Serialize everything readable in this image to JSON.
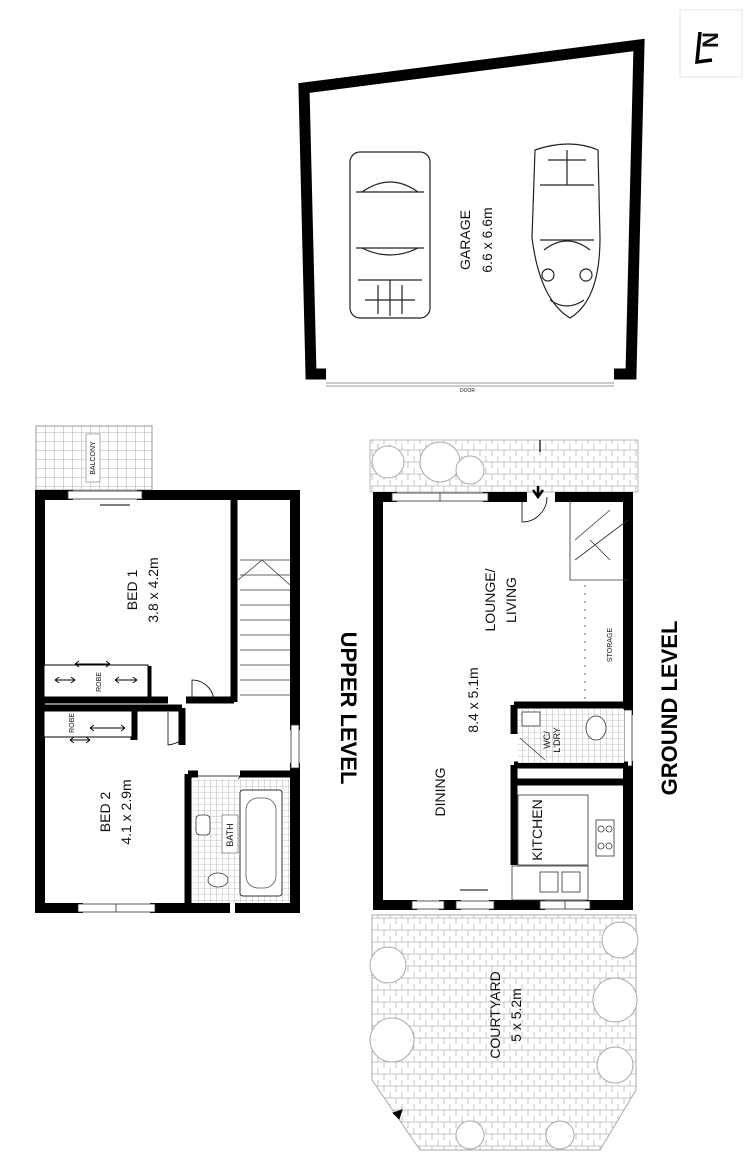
{
  "compass": {
    "icon": "north-arrow-icon",
    "letter": "N"
  },
  "garage": {
    "name": "GARAGE",
    "size": "6.6 x 6.6m",
    "door_label": "DOOR",
    "vehicles": [
      "car-icon",
      "car-icon"
    ]
  },
  "upper_level": {
    "heading": "UPPER LEVEL",
    "balcony": "BALCONY",
    "bed1": {
      "name": "BED 1",
      "size": "3.8 x 4.2m"
    },
    "bed2": {
      "name": "BED 2",
      "size": "4.1 x 2.9m"
    },
    "robe1": "ROBE",
    "robe2": "ROBE",
    "bath": "BATH"
  },
  "ground_level": {
    "heading": "GROUND LEVEL",
    "lounge": "LOUNGE/\nLIVING",
    "lounge_line1": "LOUNGE/",
    "lounge_line2": "LIVING",
    "storage": "STORAGE",
    "dimension": "8.4 x 5.1m",
    "dining": "DINING",
    "wc_line1": "WC/",
    "wc_line2": "L'DRY",
    "kitchen": "KITCHEN"
  },
  "courtyard": {
    "name": "COURTYARD",
    "size": "5 x 5.2m"
  },
  "colors": {
    "wall": "#000000",
    "paving": "#b5b5b5",
    "tile": "#8c8c8c"
  }
}
